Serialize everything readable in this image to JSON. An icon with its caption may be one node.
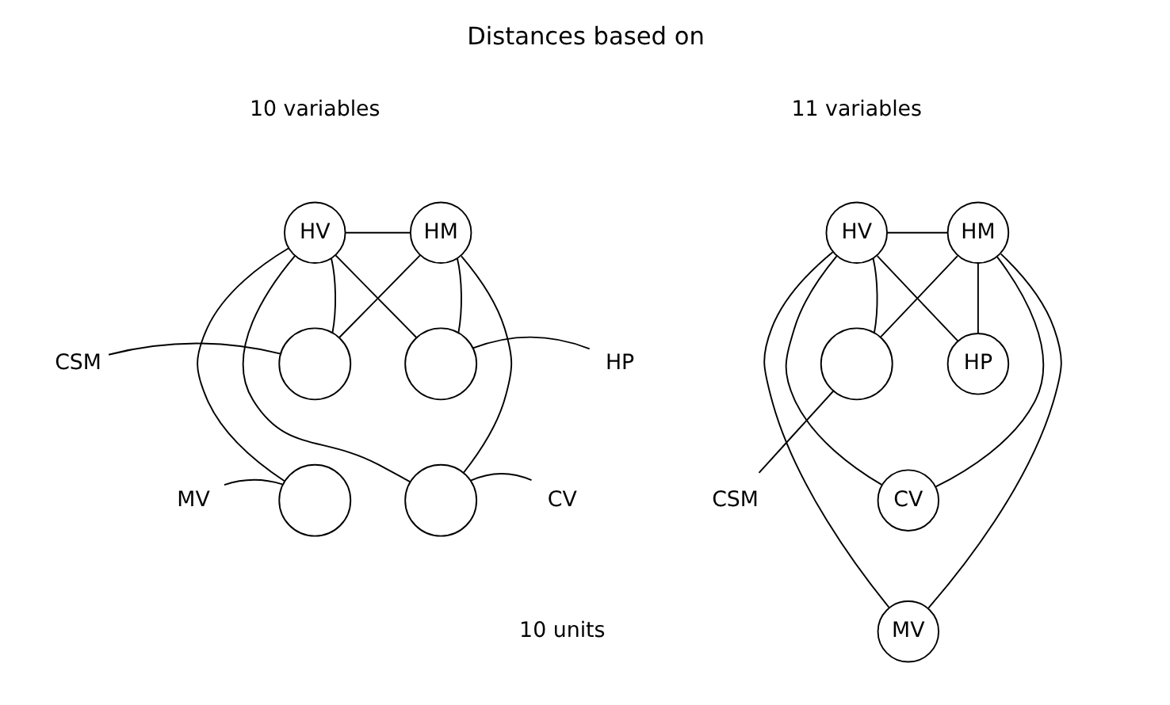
{
  "diagram": {
    "title": "Distances based on",
    "nodes": [
      {
        "text": [
          "HV"
        ]
      },
      {
        "text": [
          "HM"
        ]
      },
      {
        "text": [
          "CSM"
        ]
      },
      {
        "text": [],
        "shape": "circle"
      },
      {
        "text": [],
        "shape": "circle"
      },
      {
        "text": [
          "HP"
        ]
      },
      {
        "text": [
          "MV"
        ]
      },
      {
        "text": [],
        "shape": "circle"
      },
      {
        "text": [],
        "shape": "circle"
      },
      {
        "text": [
          "CV"
        ]
      },
      {
        "text": [
          "HV"
        ]
      },
      {
        "text": [
          "HM"
        ]
      },
      {
        "text": [],
        "shape": "circle"
      },
      {
        "text": [
          "HP"
        ]
      },
      {
        "text": [
          "CSM"
        ]
      },
      {
        "text": [
          "CV"
        ]
      },
      {
        "text": [
          "MV"
        ]
      }
    ],
    "edges": [
      {
        "from": 0,
        "to": 1,
        "arrow": "none"
      },
      {
        "from": 0,
        "to": 4,
        "arrow": "none"
      },
      {
        "from": 0,
        "to": 3,
        "arrow": "none"
      },
      {
        "from": 0,
        "to": 7,
        "arrow": "none"
      },
      {
        "from": 0,
        "to": 8,
        "arrow": "none"
      },
      {
        "from": 1,
        "to": 3,
        "arrow": "none"
      },
      {
        "from": 1,
        "to": 4,
        "arrow": "none"
      },
      {
        "from": 1,
        "to": 8,
        "arrow": "none"
      },
      {
        "from": 2,
        "to": 3,
        "arrow": "none"
      },
      {
        "from": 5,
        "to": 4,
        "arrow": "none"
      },
      {
        "from": 6,
        "to": 7,
        "arrow": "none"
      },
      {
        "from": 9,
        "to": 8,
        "arrow": "none"
      },
      {
        "from": 10,
        "to": 11,
        "arrow": "none"
      },
      {
        "from": 10,
        "to": 15,
        "arrow": "none"
      },
      {
        "from": 10,
        "to": 12,
        "arrow": "none"
      },
      {
        "from": 10,
        "to": 16,
        "arrow": "none"
      },
      {
        "from": 10,
        "to": 13,
        "arrow": "none"
      },
      {
        "from": 11,
        "to": 12,
        "arrow": "none"
      },
      {
        "from": 11,
        "to": 15,
        "arrow": "none"
      },
      {
        "from": 11,
        "to": 13,
        "arrow": "none"
      },
      {
        "from": 11,
        "to": 16,
        "arrow": "none"
      },
      {
        "from": 14,
        "to": 12,
        "arrow": "none"
      }
    ],
    "labels": [
      "10 variables",
      "11 variables",
      "10 units"
    ]
  }
}
